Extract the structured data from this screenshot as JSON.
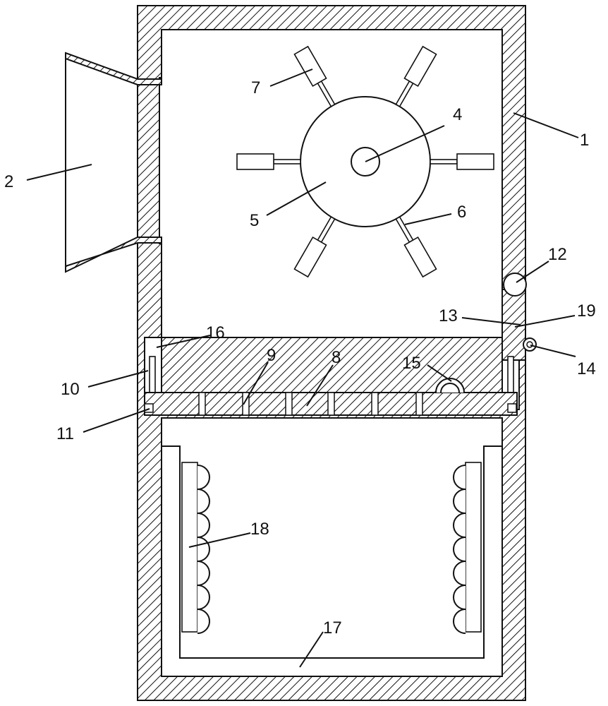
{
  "diagram": {
    "line_color": "#111111",
    "background": "#ffffff",
    "labels": {
      "l1": "1",
      "l2": "2",
      "l4": "4",
      "l5": "5",
      "l6": "6",
      "l7": "7",
      "l8": "8",
      "l9": "9",
      "l10": "10",
      "l11": "11",
      "l12": "12",
      "l13": "13",
      "l14": "14",
      "l15": "15",
      "l16": "16",
      "l17": "17",
      "l18": "18",
      "l19": "19"
    }
  }
}
